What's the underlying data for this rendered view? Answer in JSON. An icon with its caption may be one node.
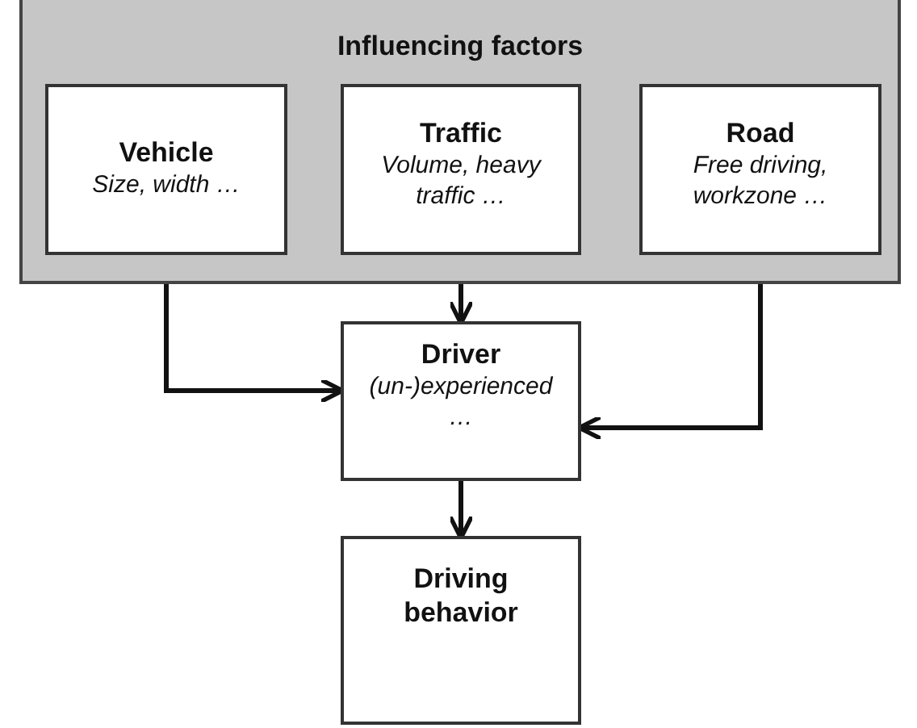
{
  "diagram": {
    "nodes": [
      {
        "text": [
          "Influencing factors"
        ]
      },
      {
        "text": [
          "Vehicle",
          "Size, width …"
        ],
        "in": 0
      },
      {
        "text": [
          "Traffic",
          "Volume, heavy traffic …"
        ],
        "in": 0
      },
      {
        "text": [
          "Road",
          "Free driving, workzone …"
        ],
        "in": 0
      },
      {
        "text": [
          "Driver",
          "(un-)experienced …"
        ]
      },
      {
        "text": [
          "Driving behavior"
        ]
      }
    ],
    "edges": [
      {
        "from": 1,
        "to": 4,
        "arrow": "to"
      },
      {
        "from": 2,
        "to": 4,
        "arrow": "to"
      },
      {
        "from": 3,
        "to": 4,
        "arrow": "to"
      },
      {
        "from": 4,
        "to": 5,
        "arrow": "to"
      }
    ]
  }
}
